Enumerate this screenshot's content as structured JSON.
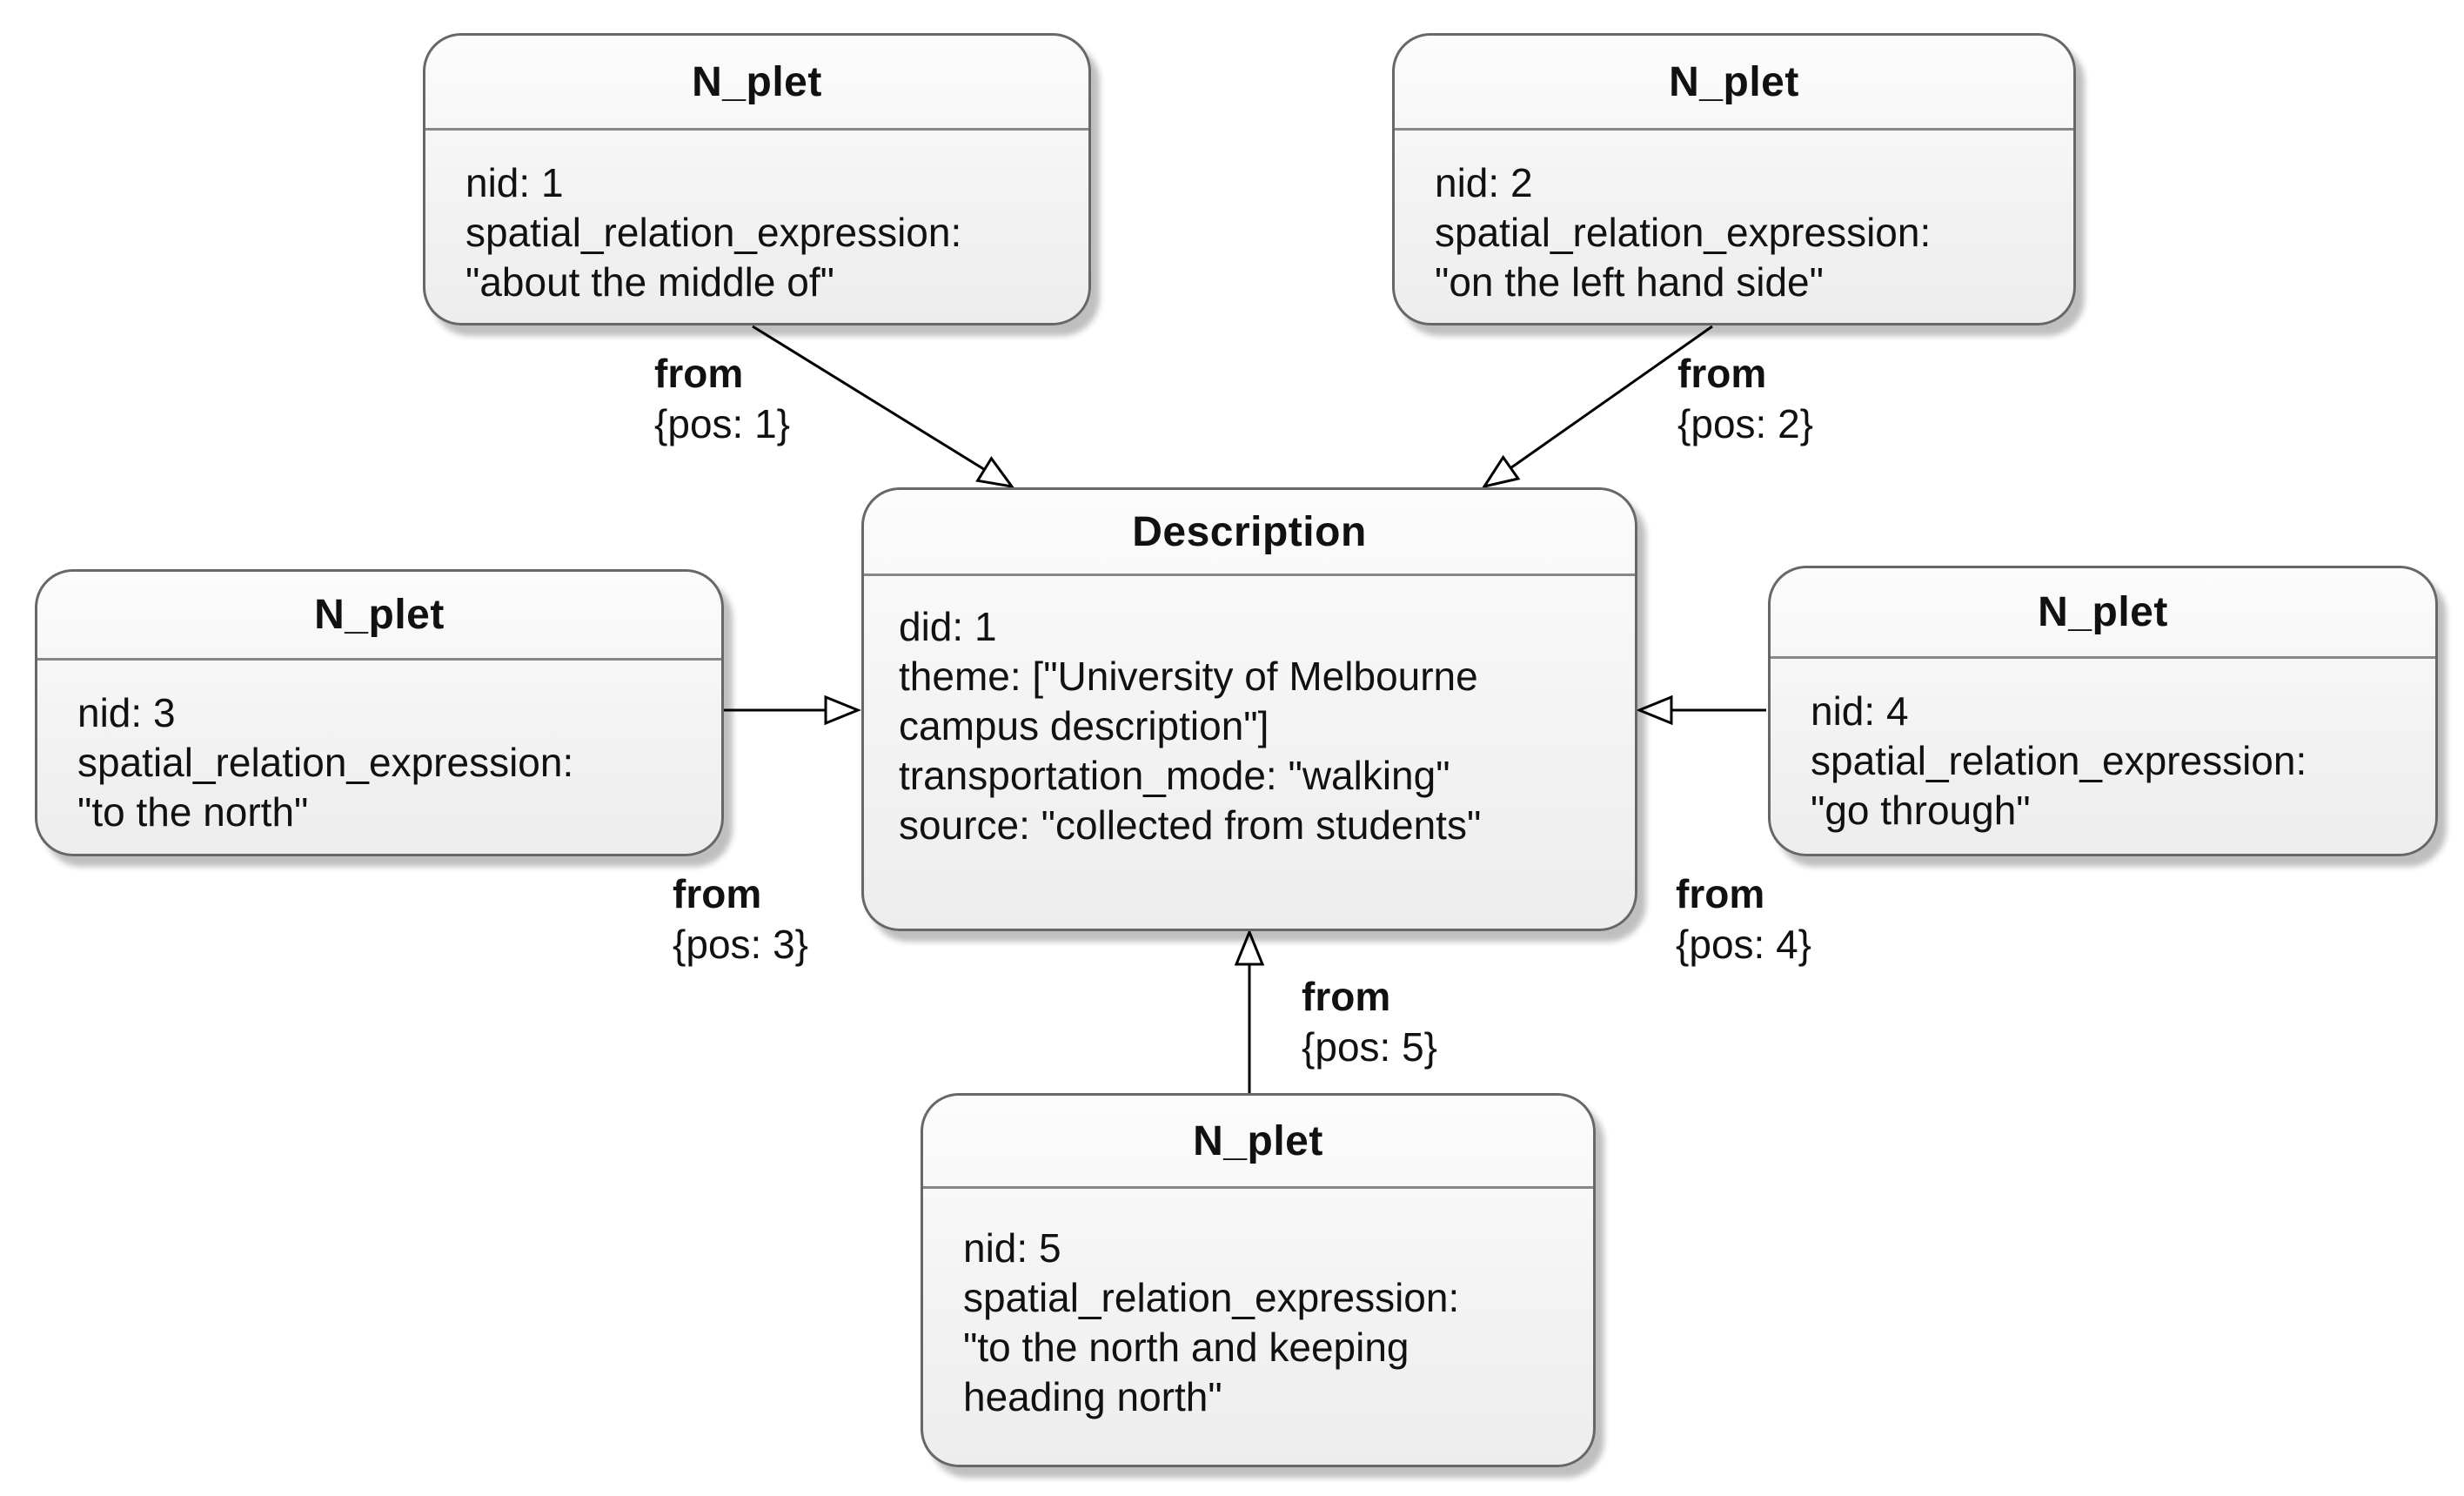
{
  "nodes": {
    "n1": {
      "title": "N_plet",
      "lines": [
        "nid: 1",
        "spatial_relation_expression:",
        "\"about the middle of\""
      ]
    },
    "n2": {
      "title": "N_plet",
      "lines": [
        "nid: 2",
        "spatial_relation_expression:",
        "\"on the left hand side\""
      ]
    },
    "n3": {
      "title": "N_plet",
      "lines": [
        "nid: 3",
        "spatial_relation_expression:",
        "\"to the north\""
      ]
    },
    "n4": {
      "title": "N_plet",
      "lines": [
        "nid: 4",
        "spatial_relation_expression:",
        "\"go through\""
      ]
    },
    "n5": {
      "title": "N_plet",
      "lines": [
        "nid: 5",
        "spatial_relation_expression:",
        "\"to the north and keeping",
        "heading north\""
      ]
    },
    "description": {
      "title": "Description",
      "lines": [
        "did: 1",
        "theme: [\"University of Melbourne",
        "campus description\"]",
        "transportation_mode: \"walking\"",
        "source: \"collected from students\""
      ]
    }
  },
  "edges": [
    {
      "source": "n1",
      "target": "description",
      "keyword": "from",
      "constraint": "{pos: 1}"
    },
    {
      "source": "n2",
      "target": "description",
      "keyword": "from",
      "constraint": "{pos: 2}"
    },
    {
      "source": "n3",
      "target": "description",
      "keyword": "from",
      "constraint": "{pos: 3}"
    },
    {
      "source": "n4",
      "target": "description",
      "keyword": "from",
      "constraint": "{pos: 4}"
    },
    {
      "source": "n5",
      "target": "description",
      "keyword": "from",
      "constraint": "{pos: 5}"
    }
  ],
  "colors": {
    "background": "#ffffff",
    "node_fill": "#f5f5f5",
    "node_border": "#676767",
    "edge_line": "#000000",
    "text": "#111111"
  }
}
